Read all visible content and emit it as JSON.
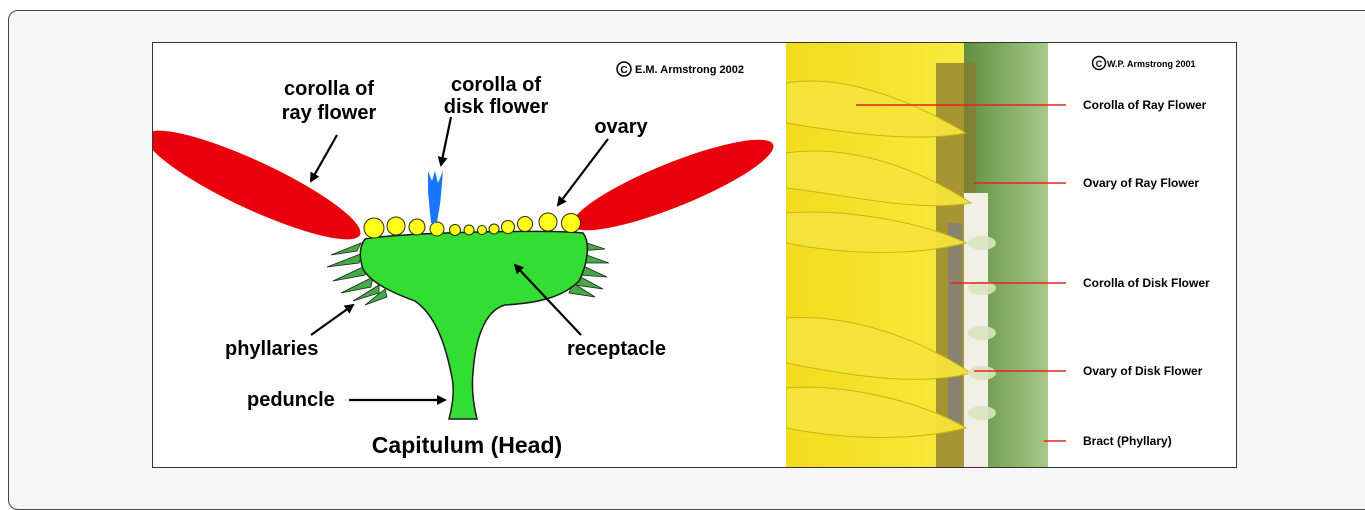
{
  "left_diagram": {
    "copyright": "E.M. Armstrong 2002",
    "copyright_symbol": "C",
    "labels": {
      "corolla_ray_line1": "corolla of",
      "corolla_ray_line2": "ray flower",
      "corolla_disk_line1": "corolla of",
      "corolla_disk_line2": "disk flower",
      "ovary": "ovary",
      "phyllaries": "phyllaries",
      "receptacle": "receptacle",
      "peduncle": "peduncle",
      "caption": "Capitulum (Head)"
    },
    "colors": {
      "ray_petal": "#e8000b",
      "disk_corolla": "#1a75ff",
      "ovary": "#ffff1a",
      "receptacle": "#33dd33",
      "phyllary": "#44aa44"
    }
  },
  "right_photo": {
    "copyright": "W.P. Armstrong 2001",
    "copyright_symbol": "C",
    "labels": [
      "Corolla of Ray Flower",
      "Ovary of Ray Flower",
      "Corolla of Disk Flower",
      "Ovary of Disk Flower",
      "Bract (Phyllary)"
    ],
    "colors": {
      "leader_line": "#e82020",
      "petal_yellow": "#f5e020",
      "leaf_green": "#7fae5a"
    }
  }
}
